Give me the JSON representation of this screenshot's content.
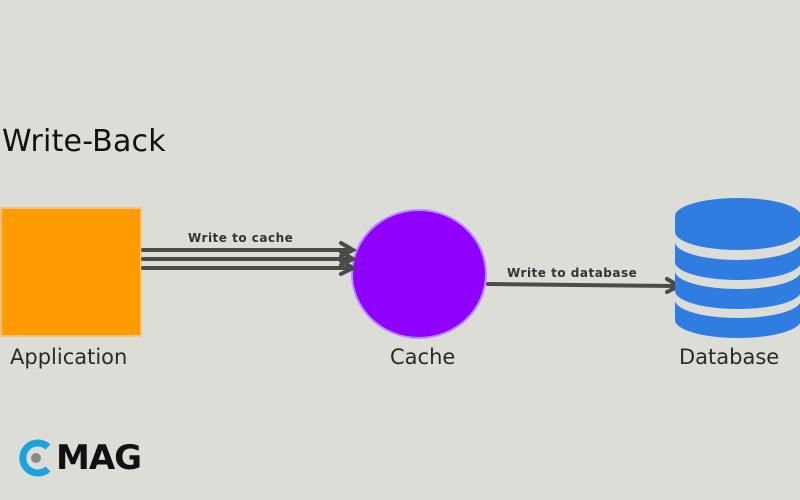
{
  "diagram": {
    "title": "Write-Back",
    "nodes": [
      {
        "id": "application",
        "label": "Application",
        "shape": "square",
        "color": "#ff9a00"
      },
      {
        "id": "cache",
        "label": "Cache",
        "shape": "circle",
        "color": "#9000ff"
      },
      {
        "id": "database",
        "label": "Database",
        "shape": "database-cylinder",
        "color": "#2f7de1"
      }
    ],
    "edges": [
      {
        "from": "application",
        "to": "cache",
        "label": "Write to cache",
        "arrows": 3
      },
      {
        "from": "cache",
        "to": "database",
        "label": "Write to database",
        "arrows": 1
      }
    ]
  },
  "logo": {
    "text": "MAG",
    "icon": "cmag-logo-icon",
    "accent": "#1aa3dc"
  },
  "colors": {
    "background": "#dcddd6",
    "arrow": "#4a4a48"
  }
}
